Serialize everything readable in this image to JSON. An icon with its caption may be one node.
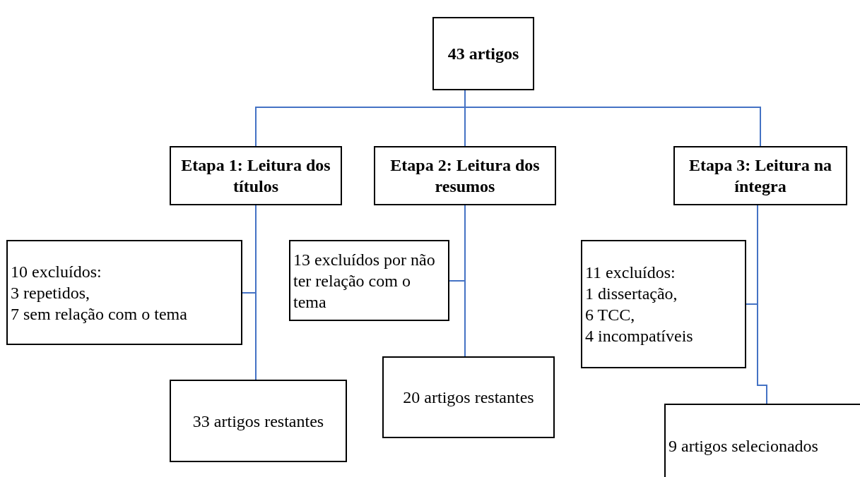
{
  "diagram": {
    "nodes": [
      {
        "text": [
          "43 artigos"
        ]
      },
      {
        "text": [
          "Etapa 1: Leitura dos títulos"
        ]
      },
      {
        "text": [
          "Etapa 2: Leitura dos resumos"
        ]
      },
      {
        "text": [
          "Etapa 3: Leitura na íntegra"
        ]
      },
      {
        "text": [
          "10 excluídos:",
          "3 repetidos,",
          "7 sem relação com o tema"
        ]
      },
      {
        "text": [
          "33 artigos restantes"
        ]
      },
      {
        "text": [
          "13 excluídos por não ter relação com o tema"
        ]
      },
      {
        "text": [
          "20 artigos restantes"
        ]
      },
      {
        "text": [
          "11 excluídos:",
          "1 dissertação,",
          "6 TCC,",
          "4 incompatíveis"
        ]
      },
      {
        "text": [
          "9 artigos selecionados"
        ]
      }
    ],
    "edges": [
      {
        "from": 0,
        "to": 1,
        "arrow": "none"
      },
      {
        "from": 0,
        "to": 2,
        "arrow": "none"
      },
      {
        "from": 0,
        "to": 3,
        "arrow": "none"
      },
      {
        "from": 1,
        "to": 4,
        "arrow": "none"
      },
      {
        "from": 1,
        "to": 5,
        "arrow": "none"
      },
      {
        "from": 2,
        "to": 6,
        "arrow": "none"
      },
      {
        "from": 2,
        "to": 7,
        "arrow": "none"
      },
      {
        "from": 3,
        "to": 8,
        "arrow": "none"
      },
      {
        "from": 3,
        "to": 9,
        "arrow": "none"
      }
    ]
  }
}
